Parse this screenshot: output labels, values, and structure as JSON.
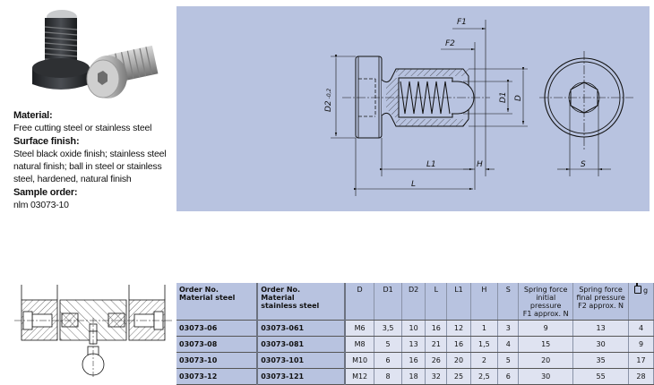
{
  "product": {
    "photo_alt": "spring plungers with hexagon socket, black oxide and stainless",
    "sections": [
      {
        "heading": "Material:",
        "text": "Free cutting steel or stainless steel"
      },
      {
        "heading": "Surface finish:",
        "text": "Steel black oxide finish; stainless steel natural finish; ball in steel or stainless steel, hardened, natural finish"
      },
      {
        "heading": "Sample order:",
        "text": "nlm 03073-10"
      }
    ]
  },
  "drawing": {
    "labels": {
      "F1": "F1",
      "F2": "F2",
      "D2": "D2",
      "D2_tol": "-0,2",
      "D1": "D1",
      "D": "D",
      "L1": "L1",
      "H": "H",
      "L": "L",
      "S": "S"
    },
    "colors": {
      "panel": "#b8c3e0",
      "line": "#111111"
    }
  },
  "table": {
    "headers": [
      "Order No.\nMaterial steel",
      "Order No.\nMaterial\nstainless steel",
      "D",
      "D1",
      "D2",
      "L",
      "L1",
      "H",
      "S",
      "Spring force\ninitial pressure\nF1 approx. N",
      "Spring force\nfinal pressure\nF2 approx. N",
      "g"
    ],
    "weight_icon": "weight-icon",
    "rows": [
      [
        "03073-06",
        "03073-061",
        "M6",
        "3,5",
        "10",
        "16",
        "12",
        "1",
        "3",
        "9",
        "13",
        "4"
      ],
      [
        "03073-08",
        "03073-081",
        "M8",
        "5",
        "13",
        "21",
        "16",
        "1,5",
        "4",
        "15",
        "30",
        "9"
      ],
      [
        "03073-10",
        "03073-101",
        "M10",
        "6",
        "16",
        "26",
        "20",
        "2",
        "5",
        "20",
        "35",
        "17"
      ],
      [
        "03073-12",
        "03073-121",
        "M12",
        "8",
        "18",
        "32",
        "25",
        "2,5",
        "6",
        "30",
        "55",
        "28"
      ]
    ],
    "colors": {
      "header_bg": "#b8c3e0",
      "order_bg": "#b8c3e0",
      "cell_bg": "#dfe3f1"
    }
  }
}
